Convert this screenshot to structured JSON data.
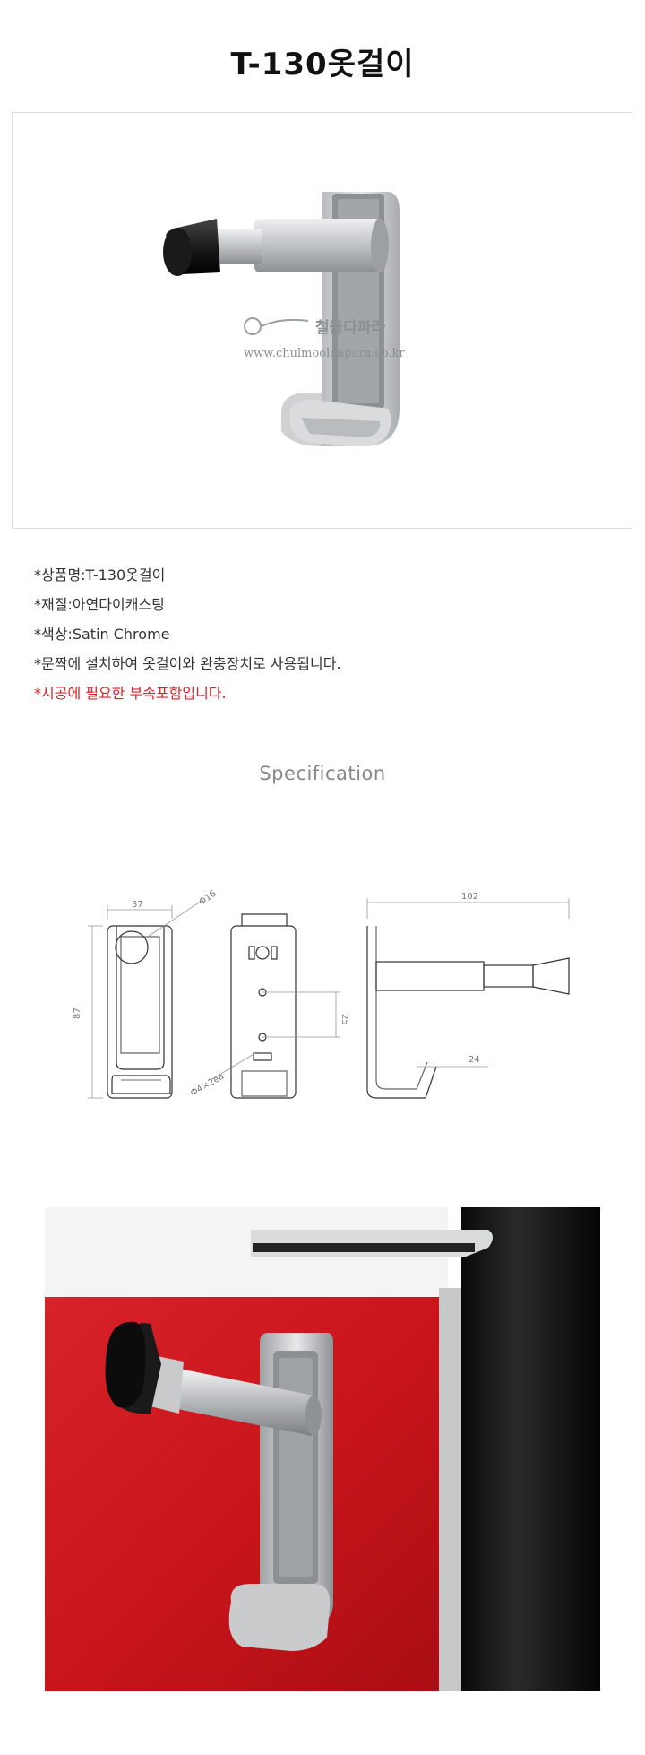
{
  "title": "T-130옷걸이",
  "watermark": {
    "brand": "철물다파라",
    "url": "www.chulmooldapara.co.kr"
  },
  "specs": [
    {
      "label": "*상품명:T-130옷걸이",
      "highlight": false
    },
    {
      "label": "*재질:아연다이캐스팅",
      "highlight": false
    },
    {
      "label": "*색상:Satin Chrome",
      "highlight": false
    },
    {
      "label": "*문짝에 설치하여 옷걸이와 완충장치로 사용됩니다.",
      "highlight": false
    },
    {
      "label": "*시공에 필요한 부속포함입니다.",
      "highlight": true
    }
  ],
  "specification_heading": "Specification",
  "dimensions": {
    "width": "37",
    "height": "87",
    "diameter": "Φ16",
    "hole_spacing": "25",
    "screw": "Φ4×2ea",
    "length": "102",
    "hook": "24"
  },
  "colors": {
    "highlight": "#e0202a",
    "door_red": "#c9151b",
    "chrome": "#c8cacc"
  }
}
